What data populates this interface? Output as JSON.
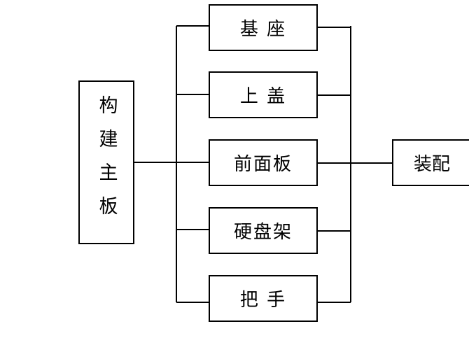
{
  "main": {
    "label": "构建主板"
  },
  "parts": [
    {
      "label": "基 座"
    },
    {
      "label": "上 盖"
    },
    {
      "label": "前面板"
    },
    {
      "label": "硬盘架"
    },
    {
      "label": "把 手"
    }
  ],
  "assembly": {
    "label": "装配"
  },
  "colors": {
    "line": "#000000",
    "background": "#ffffff"
  }
}
